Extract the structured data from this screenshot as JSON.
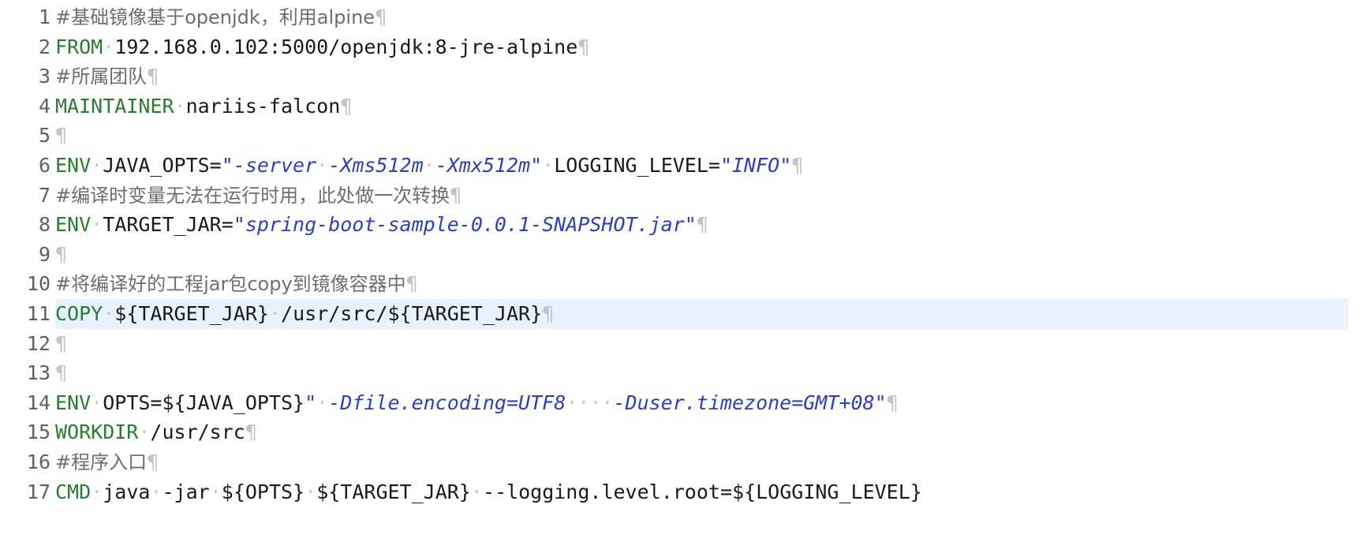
{
  "editor": {
    "current_line": 11,
    "lines": [
      {
        "num": "1",
        "tokens": [
          {
            "t": "#基础镜像基于openjdk，利用alpine",
            "c": "cm"
          },
          {
            "t": "¶",
            "c": "pil"
          }
        ]
      },
      {
        "num": "2",
        "tokens": [
          {
            "t": "FROM",
            "c": "kw"
          },
          {
            "t": "·",
            "c": "ws"
          },
          {
            "t": "192.168.0.102:5000/openjdk:8-jre-alpine",
            "c": ""
          },
          {
            "t": "¶",
            "c": "pil"
          }
        ]
      },
      {
        "num": "3",
        "tokens": [
          {
            "t": "#所属团队",
            "c": "cm"
          },
          {
            "t": "¶",
            "c": "pil"
          }
        ]
      },
      {
        "num": "4",
        "tokens": [
          {
            "t": "MAINTAINER",
            "c": "kw"
          },
          {
            "t": "·",
            "c": "ws"
          },
          {
            "t": "nariis-falcon",
            "c": ""
          },
          {
            "t": "¶",
            "c": "pil"
          }
        ]
      },
      {
        "num": "5",
        "tokens": [
          {
            "t": "¶",
            "c": "pil"
          }
        ]
      },
      {
        "num": "6",
        "tokens": [
          {
            "t": "ENV",
            "c": "kw"
          },
          {
            "t": "·",
            "c": "ws"
          },
          {
            "t": "JAVA_OPTS=",
            "c": ""
          },
          {
            "t": "\"-server",
            "c": "str"
          },
          {
            "t": "·",
            "c": "ws"
          },
          {
            "t": "-Xms512m",
            "c": "str"
          },
          {
            "t": "·",
            "c": "ws"
          },
          {
            "t": "-Xmx512m\"",
            "c": "str"
          },
          {
            "t": "·",
            "c": "ws"
          },
          {
            "t": "LOGGING_LEVEL=",
            "c": ""
          },
          {
            "t": "\"INFO\"",
            "c": "str"
          },
          {
            "t": "¶",
            "c": "pil"
          }
        ]
      },
      {
        "num": "7",
        "tokens": [
          {
            "t": "#编译时变量无法在运行时用，此处做一次转换",
            "c": "cm"
          },
          {
            "t": "¶",
            "c": "pil"
          }
        ]
      },
      {
        "num": "8",
        "tokens": [
          {
            "t": "ENV",
            "c": "kw"
          },
          {
            "t": "·",
            "c": "ws"
          },
          {
            "t": "TARGET_JAR=",
            "c": ""
          },
          {
            "t": "\"spring-boot-sample-0.0.1-SNAPSHOT.jar\"",
            "c": "str"
          },
          {
            "t": "¶",
            "c": "pil"
          }
        ]
      },
      {
        "num": "9",
        "tokens": [
          {
            "t": "¶",
            "c": "pil"
          }
        ]
      },
      {
        "num": "10",
        "tokens": [
          {
            "t": "#将编译好的工程jar包copy到镜像容器中",
            "c": "cm"
          },
          {
            "t": "¶",
            "c": "pil"
          }
        ]
      },
      {
        "num": "11",
        "tokens": [
          {
            "t": "COPY",
            "c": "kw"
          },
          {
            "t": "·",
            "c": "ws"
          },
          {
            "t": "${TARGET_JAR}",
            "c": ""
          },
          {
            "t": "·",
            "c": "ws"
          },
          {
            "t": "/usr/src/${TARGET_JAR}",
            "c": ""
          },
          {
            "t": "¶",
            "c": "pil"
          }
        ]
      },
      {
        "num": "12",
        "tokens": [
          {
            "t": "¶",
            "c": "pil"
          }
        ]
      },
      {
        "num": "13",
        "tokens": [
          {
            "t": "¶",
            "c": "pil"
          }
        ]
      },
      {
        "num": "14",
        "tokens": [
          {
            "t": "ENV",
            "c": "kw"
          },
          {
            "t": "·",
            "c": "ws"
          },
          {
            "t": "OPTS=${JAVA_OPTS}",
            "c": ""
          },
          {
            "t": "\"",
            "c": "str"
          },
          {
            "t": "·",
            "c": "ws"
          },
          {
            "t": "-Dfile.encoding=UTF8",
            "c": "str"
          },
          {
            "t": "····",
            "c": "ws"
          },
          {
            "t": "-Duser.timezone=GMT+08\"",
            "c": "str"
          },
          {
            "t": "¶",
            "c": "pil"
          }
        ]
      },
      {
        "num": "15",
        "tokens": [
          {
            "t": "WORKDIR",
            "c": "kw"
          },
          {
            "t": "·",
            "c": "ws"
          },
          {
            "t": "/usr/src",
            "c": ""
          },
          {
            "t": "¶",
            "c": "pil"
          }
        ]
      },
      {
        "num": "16",
        "tokens": [
          {
            "t": "#程序入口",
            "c": "cm"
          },
          {
            "t": "¶",
            "c": "pil"
          }
        ]
      },
      {
        "num": "17",
        "tokens": [
          {
            "t": "CMD",
            "c": "kw"
          },
          {
            "t": "·",
            "c": "ws"
          },
          {
            "t": "java",
            "c": ""
          },
          {
            "t": "·",
            "c": "ws"
          },
          {
            "t": "-jar",
            "c": ""
          },
          {
            "t": "·",
            "c": "ws"
          },
          {
            "t": "${OPTS}",
            "c": ""
          },
          {
            "t": "·",
            "c": "ws"
          },
          {
            "t": "${TARGET_JAR}",
            "c": ""
          },
          {
            "t": "·",
            "c": "ws"
          },
          {
            "t": "--logging.level.root=${LOGGING_LEVEL}",
            "c": ""
          }
        ]
      }
    ]
  }
}
